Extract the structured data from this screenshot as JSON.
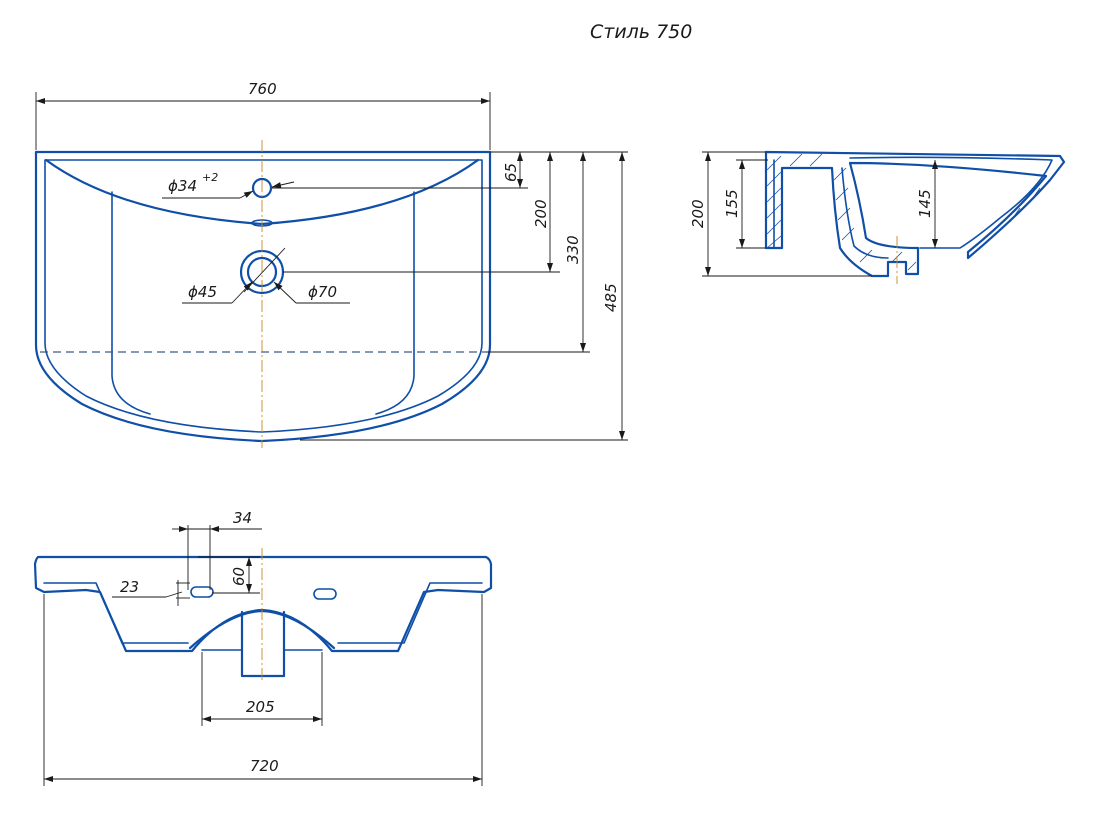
{
  "title": "Стиль 750",
  "top_view": {
    "dim_width": "760",
    "dim_65": "65",
    "dim_200": "200",
    "dim_330": "330",
    "dim_485": "485",
    "dim_d34": "ϕ34",
    "dim_d34_tol": "+2",
    "dim_d45": "ϕ45",
    "dim_d70": "ϕ70"
  },
  "side_view": {
    "dim_200": "200",
    "dim_155": "155",
    "dim_145": "145"
  },
  "front_view": {
    "dim_34": "34",
    "dim_60": "60",
    "dim_23": "23",
    "dim_205": "205",
    "dim_720": "720"
  },
  "colors": {
    "outline": "#0f4fa8",
    "dimension": "#1a1a1a",
    "centerline": "#c98a2a"
  }
}
